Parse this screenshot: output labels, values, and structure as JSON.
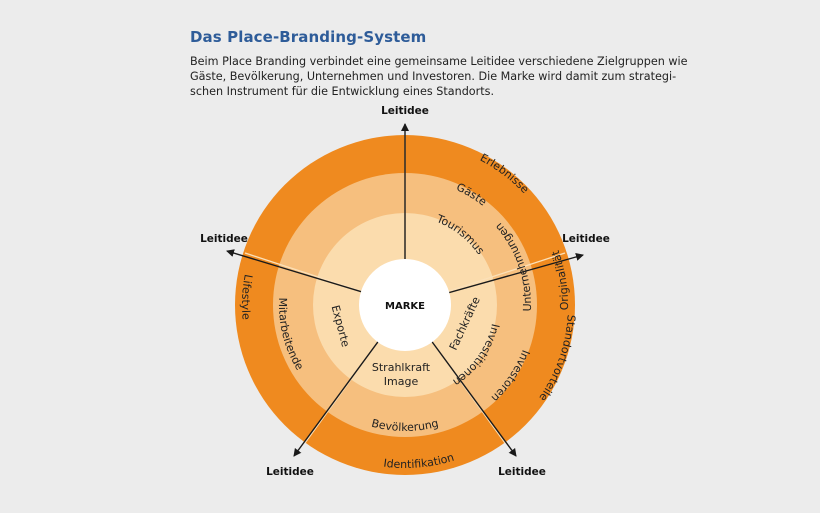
{
  "title": "Das Place-Branding-System",
  "intro_lines": [
    "Beim Place Branding verbindet eine gemeinsame Leitidee verschiedene Zielgruppen wie",
    "Gäste, Bevölkerung, Unternehmen und Investoren. Die Marke wird damit zum strategi-",
    "schen Instrument für die Entwicklung eines Standorts."
  ],
  "center_label": "MARKE",
  "axis_label": "Leitidee",
  "rings": {
    "outer": [
      "Standortvorteile",
      "Erlebnisse",
      "Lifestyle",
      "Identifikation",
      "Originalität"
    ],
    "middle": [
      "Investoren",
      "Gäste",
      "Mitarbeitende",
      "Bevölkerung",
      "Unternehmungen"
    ],
    "inner": [
      "Investitionen",
      "Tourismus",
      "Fachkräfte",
      "Strahlkraft",
      "Image",
      "Exporte"
    ]
  },
  "colors": {
    "outer_ring": "#ef8a1f",
    "middle_ring": "#f6bf7e",
    "inner_ring": "#fbdcad",
    "center": "#ffffff",
    "title": "#2e5c99",
    "lines": "#1a1a1a"
  }
}
